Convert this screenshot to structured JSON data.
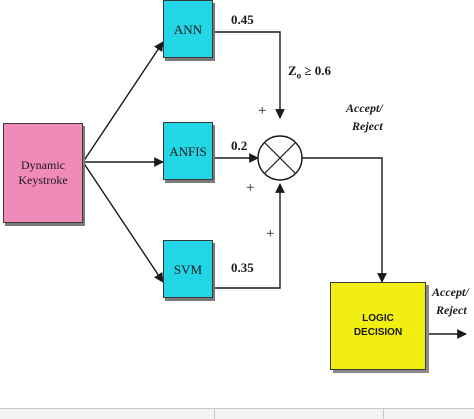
{
  "blocks": {
    "input": {
      "line1": "Dynamic",
      "line2": "Keystroke"
    },
    "ann": "ANN",
    "anfis": "ANFIS",
    "svm": "SVM",
    "logic": {
      "line1": "LOGIC",
      "line2": "DECISION"
    }
  },
  "weights": {
    "ann": "0.45",
    "anfis": "0.2",
    "svm": "0.35"
  },
  "signs": {
    "top": "+",
    "left": "+",
    "bottom": "+"
  },
  "threshold": {
    "base": "Z",
    "sub": "o",
    "rest": " ≥ 0.6"
  },
  "outputs": {
    "sum": {
      "line1": "Accept/",
      "line2": "Reject"
    },
    "final": {
      "line1": "Accept/",
      "line2": "Reject"
    }
  },
  "colors": {
    "input_block": "#f08ab8",
    "model_block": "#22d6e6",
    "logic_block": "#f2ee12"
  }
}
